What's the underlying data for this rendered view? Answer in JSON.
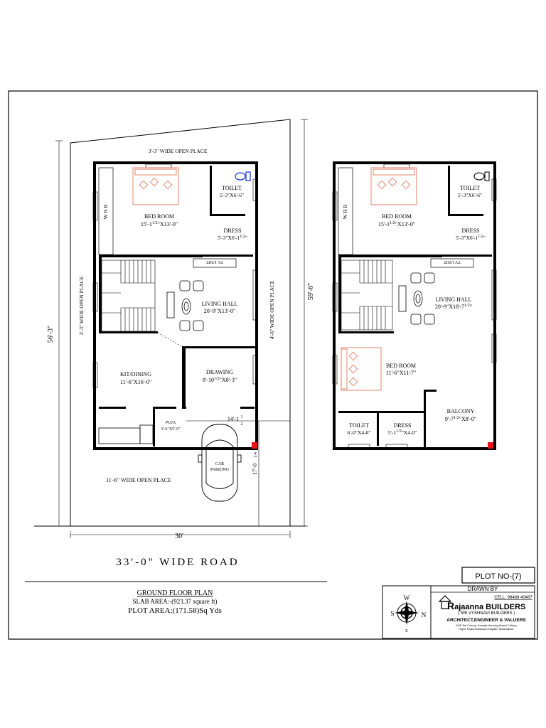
{
  "ground_floor": {
    "rear_open_place": "3'-3\" WIDE OPEN PLACE",
    "left_open_place": "3'-3\" WIDE OPEN PLACE",
    "right_open_place": "4'-6\" WIDE OPEN PLACE",
    "front_open_place": "11'-6\" WIDE OPEN PLACE",
    "depth_left": "56'-3\"",
    "depth_right": "59'-6\"",
    "width_bottom": "30'",
    "offset_dim": "14'-1",
    "offset_frac_num": "1",
    "offset_frac_den": "2",
    "parking_dim": "17'-0",
    "parking_frac": "1/4",
    "rooms": {
      "bed_room": {
        "name": "BED ROOM",
        "dim": "15'-1",
        "frac": "1/2",
        "dim2": "\"X13'-0\""
      },
      "toilet": {
        "name": "TOILET",
        "dim": "5'-3\"X6'-6\""
      },
      "dress": {
        "name": "DRESS",
        "dim": "5'-3\"X6'-1",
        "frac": "1/2",
        "dim2": "\""
      },
      "wrb": "W R B",
      "tv_unit": "TV UNIT",
      "living_hall": {
        "name": "LIVING HALL",
        "dim": "20'-9\"X13'-0\""
      },
      "kit_dining": {
        "name": "KIT/DINING",
        "dim": "11'-6\"X16'-0\""
      },
      "drawing": {
        "name": "DRAWING",
        "dim": "8'-10",
        "frac": "1/2",
        "dim2": "\"X8'-3\""
      },
      "puja": {
        "name": "PUJA",
        "dim": "3'-6\"X5'-0\""
      },
      "car_parking": {
        "line1": "CAR",
        "line2": "PARKING"
      }
    }
  },
  "first_floor": {
    "rooms": {
      "bed_room": {
        "name": "BED ROOM",
        "dim": "15'-1",
        "frac": "1/2",
        "dim2": "\"X13'-0\""
      },
      "toilet": {
        "name": "TOILET",
        "dim": "5'-3\"X6'-6\""
      },
      "dress": {
        "name": "DRESS",
        "dim": "5'-3\"X6'-1",
        "frac": "1/2",
        "dim2": "\""
      },
      "wrb": "W R B",
      "tv_unit": "TV UNIT",
      "living_hall": {
        "name": "LIVING HALL",
        "dim": "20'-9\"X18'-7",
        "frac": "1/2",
        "dim2": "\""
      },
      "bed_room_2": {
        "name": "BED ROOM",
        "dim": "11'-6\"X11-7\""
      },
      "toilet_2": {
        "name": "TOILET",
        "dim": "6'-0\"X4-0\""
      },
      "dress_2": {
        "name": "DRESS",
        "dim": "5'-1",
        "frac": "1/2",
        "dim2": "\"X4-0\""
      },
      "balcony": {
        "name": "BALCONY",
        "dim": "9'-7",
        "frac": "1/2",
        "dim2": "\"X8'-0\""
      }
    }
  },
  "road_label": "33'-0\" WIDE ROAD",
  "titles": {
    "plan_title": "GROUND FLOOR PLAN",
    "slab_area": "SLAB AREA:-(923.37 square ft)",
    "plot_area": "PLOT AREA:(171.58)Sq Yds"
  },
  "title_block": {
    "plot_no": "PLOT NO-(7)",
    "drawn_by": "DRAWN BY",
    "cell": "CELL: 98489 40487",
    "company_letter": "R",
    "company_rest": "ajaanna BUILDERS",
    "subtitle": "( SRI VYSHNAVI BUILDERS )",
    "profession": "ARCHITECT,ENGINEER & VALUERS",
    "address_1": "GHP Sai Colony, Kamala Housing Board Colony,",
    "address_2": "Hyper Road,Kotakota Chitgate, Nizamabad.",
    "compass": {
      "W": "W",
      "S": "S",
      "N": "N",
      "E": "E"
    }
  },
  "colors": {
    "bed_outline": "#e07b5f",
    "commode_blue": "#1f3fd6",
    "marker_red": "#e8141c"
  }
}
